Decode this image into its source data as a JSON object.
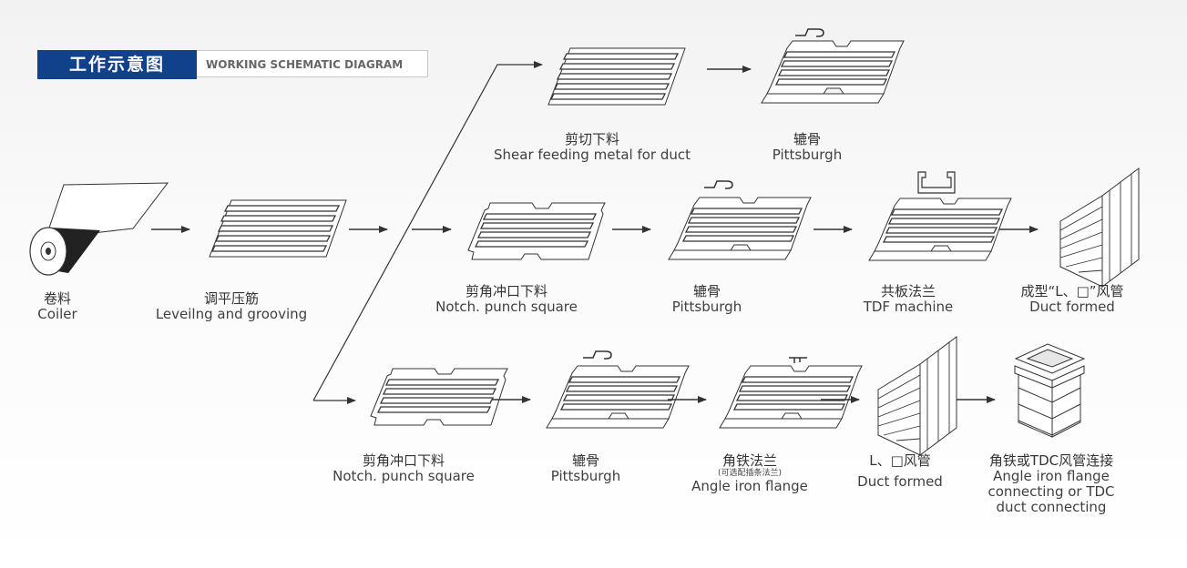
{
  "header": {
    "title_cn": "工作示意图",
    "title_en": "WORKING SCHEMATIC DIAGRAM"
  },
  "colors": {
    "accent": "#11418a",
    "line": "#333333",
    "plate_fill": "#ffffff"
  },
  "nodes": {
    "coiler": {
      "cn": "卷料",
      "en": "Coiler"
    },
    "leveling": {
      "cn": "调平压筋",
      "en": "Leveilng and grooving"
    },
    "shear": {
      "cn": "剪切下料",
      "en": "Shear feeding metal for duct"
    },
    "pitts_top": {
      "cn": "辘骨",
      "en": "Pittsburgh"
    },
    "notch_mid": {
      "cn": "剪角冲口下料",
      "en": "Notch. punch square"
    },
    "pitts_mid": {
      "cn": "辘骨",
      "en": "Pittsburgh"
    },
    "tdf": {
      "cn": "共板法兰",
      "en": "TDF  machine"
    },
    "duct_mid": {
      "cn": "成型“L、□”风管",
      "en": "Duct formed"
    },
    "notch_bot": {
      "cn": "剪角冲口下料",
      "en": "Notch. punch square"
    },
    "pitts_bot": {
      "cn": "辘骨",
      "en": "Pittsburgh"
    },
    "angle": {
      "cn": "角铁法兰",
      "sub": "(可选配插条法兰)",
      "en": "Angle iron flange"
    },
    "duct_bot": {
      "cn": "L、□风管",
      "en": "Duct formed"
    },
    "connect": {
      "cn": "角铁或TDC风管连接",
      "en1": "Angle iron flange",
      "en2": "connecting or TDC",
      "en3": "duct connecting"
    }
  }
}
